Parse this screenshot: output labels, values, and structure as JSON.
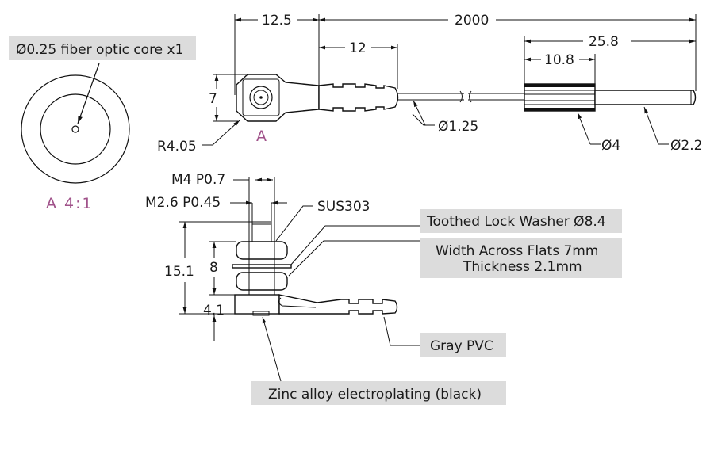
{
  "drawing": {
    "detail_view": {
      "core_label": "Ø0.25 fiber optic core x1",
      "view_label": "A 4:1"
    },
    "top_view": {
      "dim_head_length": "12.5",
      "dim_total_length": "2000",
      "dim_boot_length": "12",
      "dim_height": "7",
      "dim_radius": "R4.05",
      "view_marker": "A",
      "dim_cable_dia": "Ø1.25",
      "dim_sleeve_length": "10.8",
      "dim_tip_length": "25.8",
      "dim_sleeve_dia": "Ø4",
      "dim_tip_dia": "Ø2.2"
    },
    "side_view": {
      "thread_outer": "M4 P0.7",
      "thread_inner": "M2.6 P0.45",
      "material_stud": "SUS303",
      "dim_total_height": "15.1",
      "dim_nut_stack": "8",
      "dim_base": "4.1"
    },
    "callouts": {
      "washer": "Toothed Lock Washer Ø8.4",
      "nut_line1": "Width Across Flats 7mm",
      "nut_line2": "Thickness 2.1mm",
      "boot": "Gray PVC",
      "body": "Zinc alloy electroplating (black)"
    }
  }
}
